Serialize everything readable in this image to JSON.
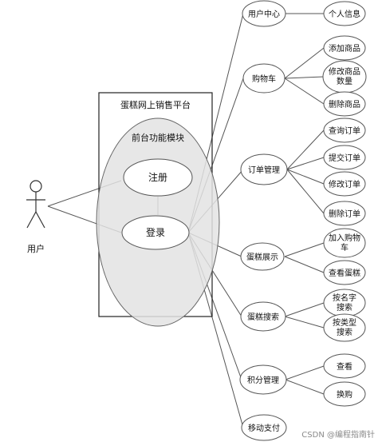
{
  "diagram": {
    "system_title": "蛋糕网上销售平台",
    "frontend_module": "前台功能模块",
    "actor": "用户",
    "register": "注册",
    "login": "登录",
    "user_center": "用户中心",
    "personal_info": "个人信息",
    "cart": "购物车",
    "add_goods": "添加商品",
    "modify_qty": [
      "修改商品",
      "数量"
    ],
    "delete_goods": "删除商品",
    "order_mgmt": "订单管理",
    "query_order": "查询订单",
    "submit_order": "提交订单",
    "modify_order": "修改订单",
    "delete_order": "删除订单",
    "cake_show": "蛋糕展示",
    "add_to_cart": [
      "加入购物",
      "车"
    ],
    "view_cake": "查看蛋糕",
    "cake_search": "蛋糕搜索",
    "search_by_name": [
      "按名字",
      "搜索"
    ],
    "search_by_type": [
      "按类型",
      "搜索"
    ],
    "points_mgmt": "积分管理",
    "view": "查看",
    "exchange": "换购",
    "mobile_pay": "移动支付"
  },
  "watermark": "CSDN @编程指南针"
}
